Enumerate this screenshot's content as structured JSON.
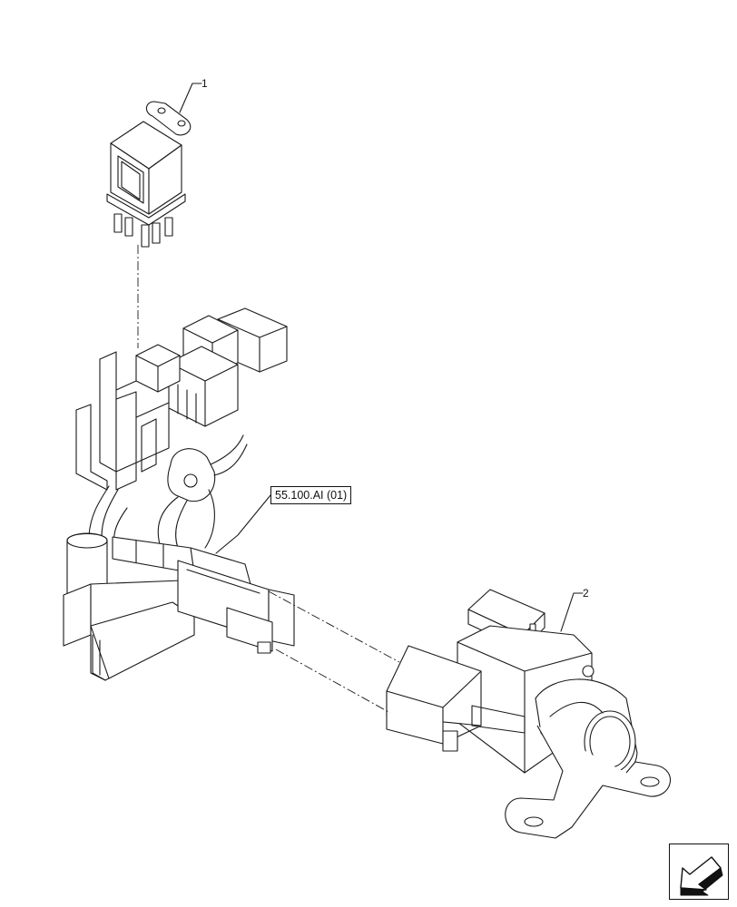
{
  "callouts": {
    "relay": "1",
    "sensor": "2"
  },
  "reference": {
    "label": "55.100.AI (01)"
  },
  "icons": {
    "nav": "arrow-down-left-icon"
  },
  "colors": {
    "line": "#1a1a1a",
    "background": "#ffffff"
  }
}
